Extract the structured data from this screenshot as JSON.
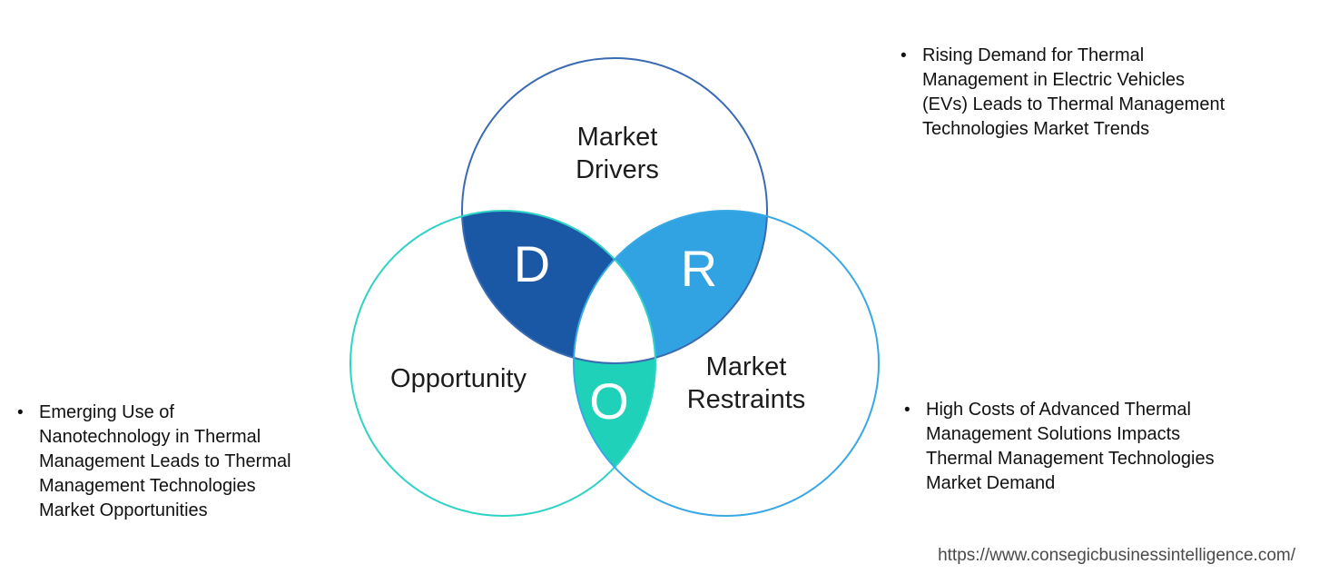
{
  "diagram": {
    "drivers": {
      "label": "Market\nDrivers",
      "letter": "D",
      "outline_color": "#3a6ab2",
      "overlap_color": "#1a57a4"
    },
    "restraints": {
      "label": "Market\nRestraints",
      "letter": "R",
      "outline_color": "#38a8e5",
      "overlap_color": "#31a2e2"
    },
    "opportunity": {
      "label": "Opportunity",
      "letter": "O",
      "outline_color": "#2fd3c5",
      "overlap_color": "#1fd1b8"
    },
    "center_color": "#ffffff",
    "letter_color": "#ffffff"
  },
  "bullets": {
    "marker": "•",
    "trends": {
      "text": "Rising Demand for Thermal\nManagement in Electric Vehicles\n(EVs) Leads to Thermal Management\nTechnologies Market Trends"
    },
    "opportunities": {
      "text": "Emerging Use of\nNanotechnology in Thermal\nManagement Leads to Thermal\nManagement Technologies\nMarket Opportunities"
    },
    "demand": {
      "text": "High Costs of Advanced Thermal\nManagement Solutions Impacts\nThermal Management Technologies\nMarket Demand"
    }
  },
  "footer": {
    "url": "https://www.consegicbusinessintelligence.com/"
  }
}
